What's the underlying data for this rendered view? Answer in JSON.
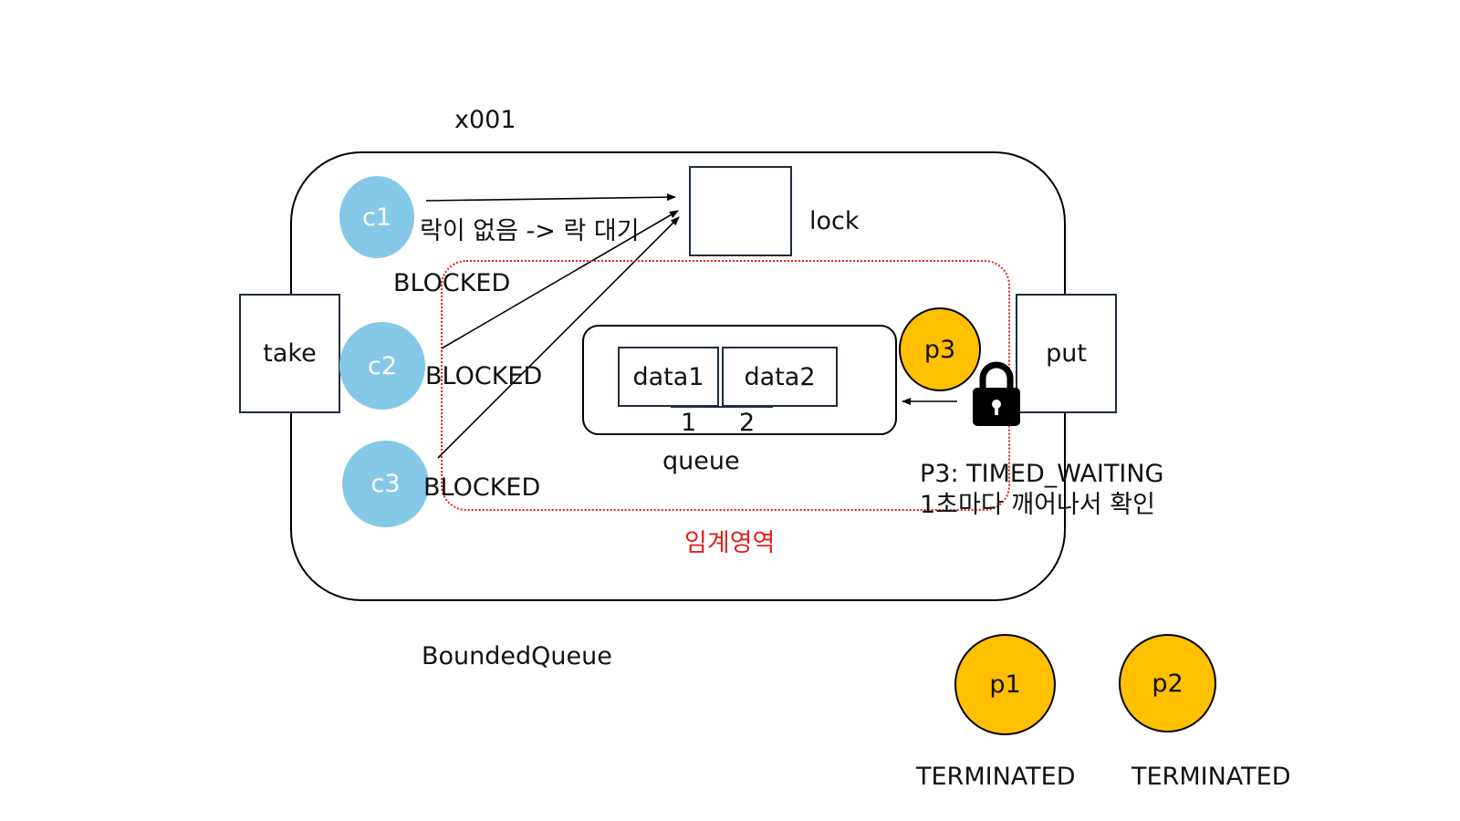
{
  "object_id": "x001",
  "lock_label": "lock",
  "no_lock_note": "락이 없음 -> 락 대기",
  "take_label": "take",
  "put_label": "put",
  "consumers": [
    {
      "name": "c1",
      "color": "#86c8e8"
    },
    {
      "name": "c2",
      "state": "BLOCKED",
      "color": "#86c8e8"
    },
    {
      "name": "c3",
      "state": "BLOCKED",
      "color": "#86c8e8"
    }
  ],
  "c1_state": "BLOCKED",
  "queue": {
    "label": "queue",
    "cells": [
      "data1",
      "data2"
    ],
    "indexes": [
      "1",
      "2"
    ]
  },
  "critical_section": {
    "label": "임계영역",
    "color": "#e02020"
  },
  "producer_p3": {
    "name": "p3",
    "state": "P3: TIMED_WAITING",
    "note": "1초마다 깨어나서 확인",
    "color": "#ffc000",
    "icon": "padlock-icon"
  },
  "class_name": "BoundedQueue",
  "terminated_producers": [
    {
      "name": "p1",
      "state": "TERMINATED"
    },
    {
      "name": "p2",
      "state": "TERMINATED"
    }
  ]
}
